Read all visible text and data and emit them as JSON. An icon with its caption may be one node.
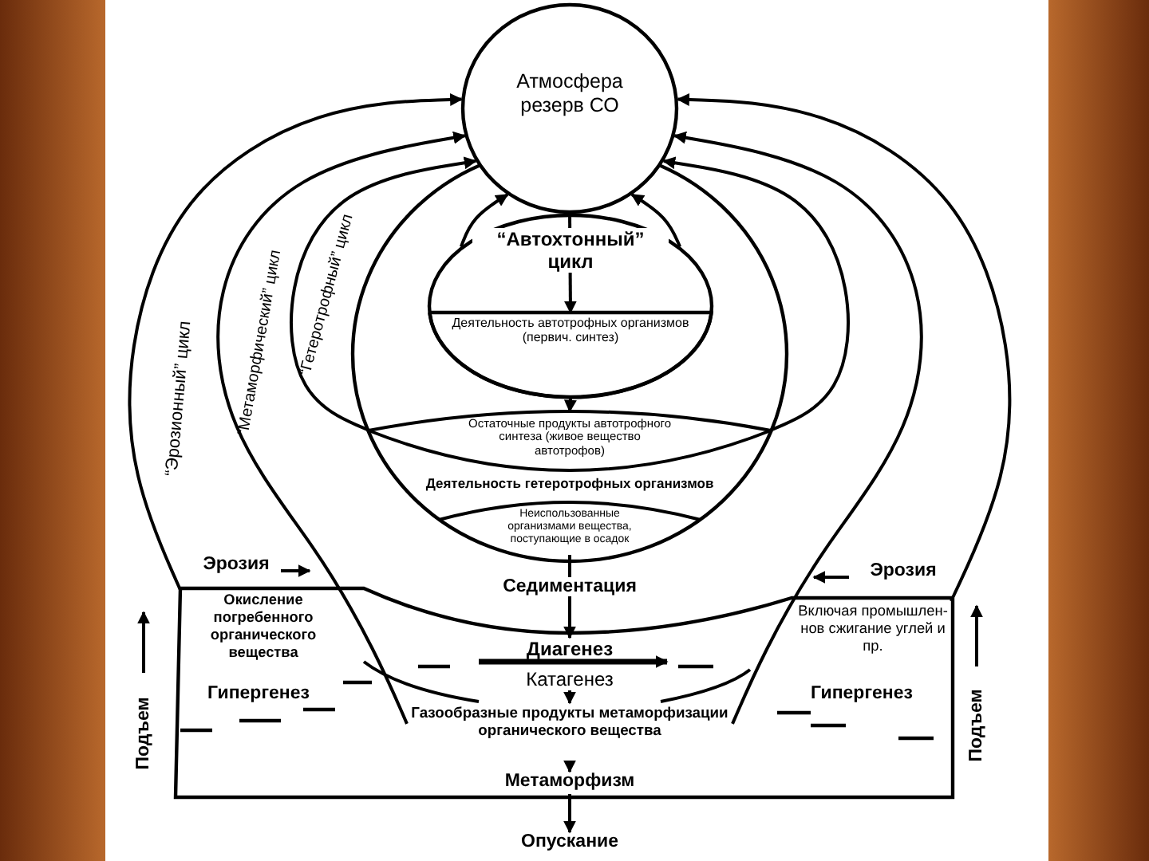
{
  "diagram": {
    "nodes": [
      {
        "text": [
          "Атмосфера резерв СО"
        ]
      },
      {
        "text": [
          "“Автохтонный” цикл"
        ]
      },
      {
        "text": [
          "Деятельность автотрофных организмов (первич. синтез)"
        ],
        "in": 1
      },
      {
        "text": [
          "Остаточные продукты автотрофного синтеза (живое вещество автотрофов)"
        ]
      },
      {
        "text": [
          "Деятельность гетеротрофных организмов"
        ]
      },
      {
        "text": [
          "Неиспользованные организмами вещества, поступающие в осадок"
        ]
      },
      {
        "text": [
          "Окисление погребенного органического вещества"
        ]
      },
      {
        "text": [
          "Включая промышлен- нов сжигание углей и пр."
        ]
      },
      {
        "text": [
          "Диагенез"
        ]
      },
      {
        "text": [
          "Катагенез"
        ]
      },
      {
        "text": [
          "Газообразные продукты метаморфизации органического вещества"
        ]
      },
      {
        "text": [
          "Метаморфизм"
        ]
      },
      {
        "text": [
          "Опускание"
        ]
      }
    ],
    "edges": [
      {
        "from": 0,
        "to": 2,
        "arrow": "to"
      },
      {
        "from": 2,
        "to": 3,
        "arrow": "to"
      },
      {
        "from": 5,
        "to": 8,
        "arrow": "to",
        "label": "Седиментация"
      },
      {
        "from": 9,
        "to": 10,
        "arrow": "to"
      },
      {
        "from": 10,
        "to": 11,
        "arrow": "to"
      },
      {
        "from": 11,
        "to": 12,
        "arrow": "to"
      },
      {
        "from": 1,
        "to": 0,
        "arrow": "to"
      },
      {
        "from": 1,
        "to": 0,
        "arrow": "to"
      },
      {
        "from": 4,
        "to": 0,
        "arrow": "to"
      },
      {
        "from": 4,
        "to": 0,
        "arrow": "to"
      },
      {
        "from": 10,
        "to": 0,
        "arrow": "to"
      },
      {
        "from": 10,
        "to": 0,
        "arrow": "to"
      },
      {
        "from": 6,
        "to": 0,
        "arrow": "to"
      },
      {
        "from": 7,
        "to": 0,
        "arrow": "to"
      }
    ],
    "labels": [
      "“Эрозионный” цикл",
      "“Метаморфический” цикл",
      "“Гетеротрофный” цикл",
      "Эрозия",
      "Эрозия",
      "Гипергенез",
      "Гипергенез",
      "Подъем",
      "Подъем"
    ]
  }
}
